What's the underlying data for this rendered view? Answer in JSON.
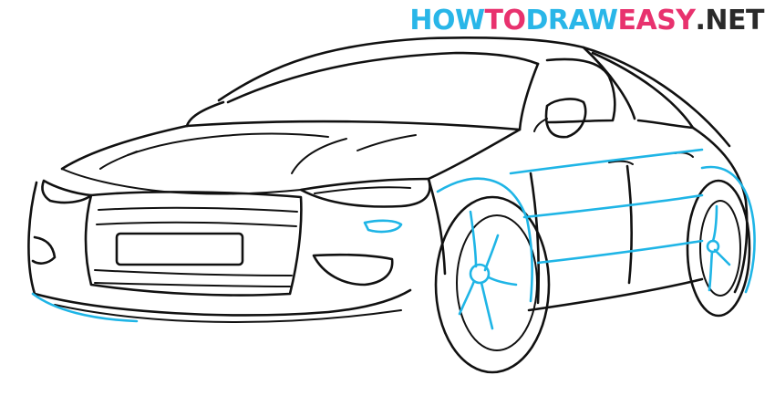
{
  "logo": {
    "parts": [
      {
        "text": "HOW",
        "color": "#29b6e8"
      },
      {
        "text": "TO",
        "color": "#e8326e"
      },
      {
        "text": "DRAW",
        "color": "#29b6e8"
      },
      {
        "text": "EASY",
        "color": "#e8326e"
      },
      {
        "text": ".NET",
        "color": "#2a2a2a"
      }
    ]
  },
  "colors": {
    "line_art": "#111111",
    "highlight": "#1fb5e6",
    "background": "#ffffff"
  },
  "subject_icon": "sedan-car-line-drawing"
}
